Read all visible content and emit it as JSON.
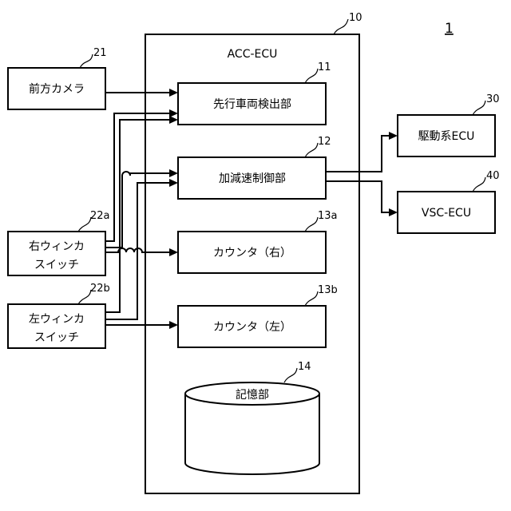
{
  "figure_number": "1",
  "ecu": {
    "title": "ACC-ECU",
    "ref": "10"
  },
  "front_camera": {
    "label": "前方カメラ",
    "ref": "21"
  },
  "right_winker_switch": {
    "line1": "右ウィンカ",
    "line2": "スイッチ",
    "ref": "22a"
  },
  "left_winker_switch": {
    "line1": "左ウィンカ",
    "line2": "スイッチ",
    "ref": "22b"
  },
  "preceding_vehicle_detector": {
    "label": "先行車両検出部",
    "ref": "11"
  },
  "acceleration_control_unit": {
    "label": "加減速制御部",
    "ref": "12"
  },
  "counter_right": {
    "label": "カウンタ（右）",
    "ref": "13a"
  },
  "counter_left": {
    "label": "カウンタ（左）",
    "ref": "13b"
  },
  "storage_unit": {
    "label": "記憶部",
    "ref": "14"
  },
  "drive_ecu": {
    "label": "駆動系ECU",
    "ref": "30"
  },
  "vsc_ecu": {
    "label": "VSC-ECU",
    "ref": "40"
  }
}
